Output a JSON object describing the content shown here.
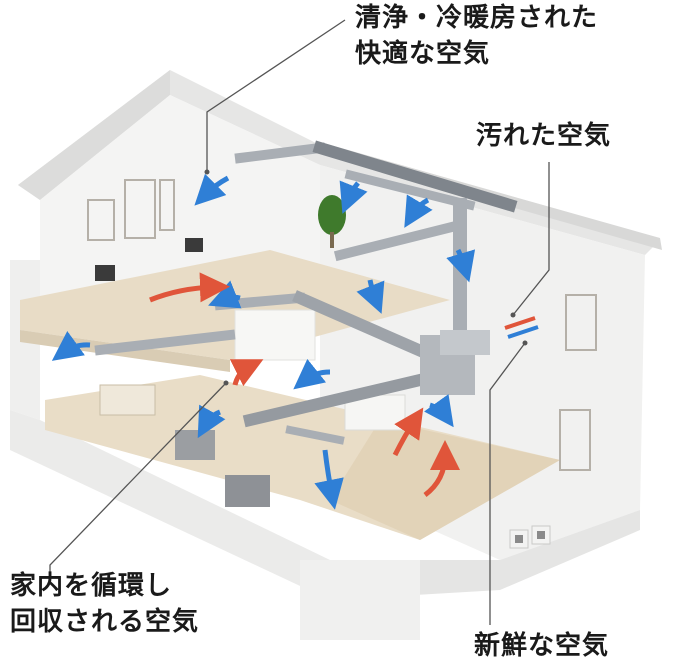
{
  "labels": {
    "supply_air": {
      "line1": "清浄・冷暖房された",
      "line2": "快適な空気"
    },
    "exhaust_air": {
      "line1": "汚れた空気"
    },
    "return_air": {
      "line1": "家内を循環し",
      "line2": "回収される空気"
    },
    "fresh_air": {
      "line1": "新鮮な空気"
    }
  },
  "colors": {
    "supply_arrow": "#2f7fd6",
    "return_arrow": "#e0553a",
    "duct": "#a9aeb4",
    "duct_dark": "#7f858c",
    "wall": "#f3f3f2",
    "roof": "#e7e7e6",
    "floor": "#e8dcc6",
    "leader_line": "#555555",
    "text": "#1a1a1a"
  }
}
